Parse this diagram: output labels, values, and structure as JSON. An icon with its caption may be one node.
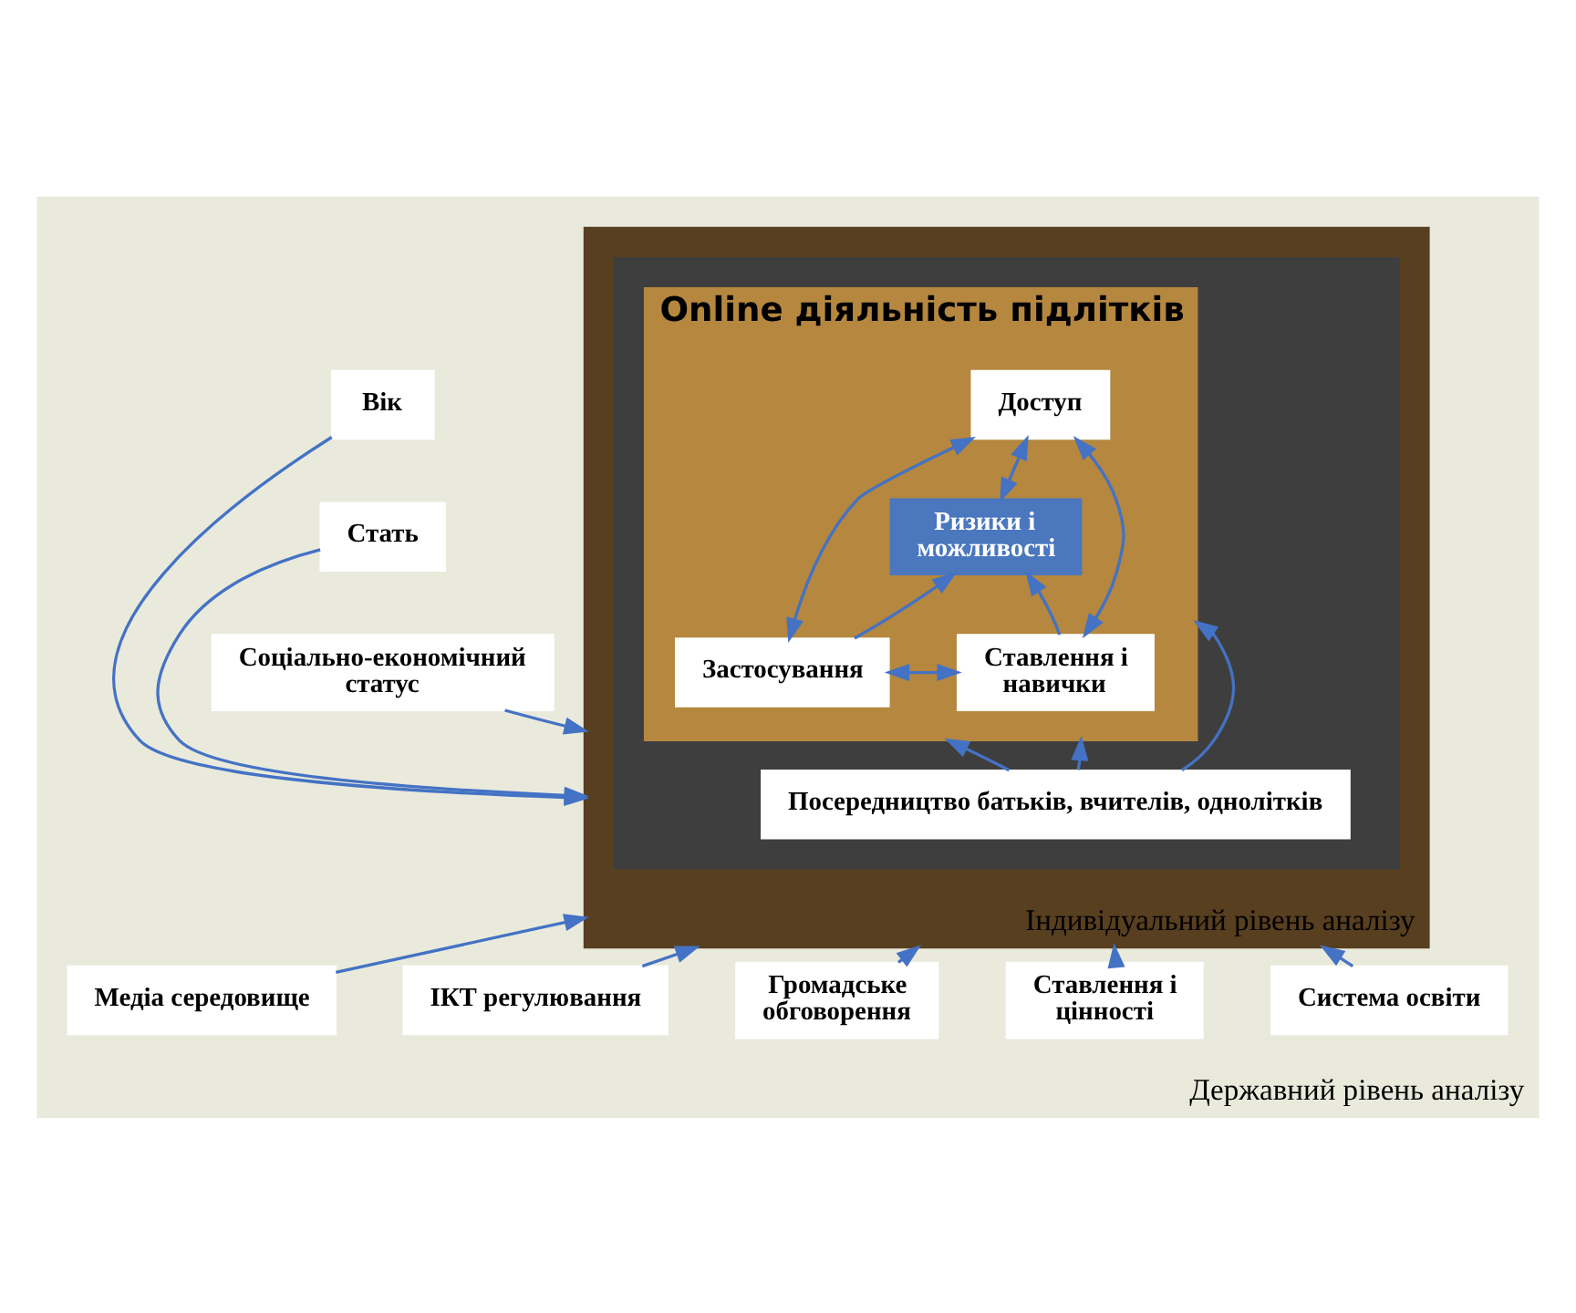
{
  "diagram": {
    "nodes": [
      {
        "text": [
          "Державний рівень аналізу"
        ]
      },
      {
        "text": [
          "Індивідуальний рівень аналізу"
        ],
        "in": 0
      },
      {
        "text": [],
        "shape": "box",
        "in": 1
      },
      {
        "text": [
          "Online діяльність підлітків"
        ],
        "in": 2
      },
      {
        "text": [
          "Доступ"
        ],
        "in": 3
      },
      {
        "text": [
          "Ризики і можливості"
        ],
        "in": 3
      },
      {
        "text": [
          "Застосування"
        ],
        "in": 3
      },
      {
        "text": [
          "Ставлення і навички"
        ],
        "in": 3
      },
      {
        "text": [
          "Посередництво батьків, вчителів, однолітків"
        ],
        "in": 2
      },
      {
        "text": [
          "Вік"
        ],
        "in": 0
      },
      {
        "text": [
          "Стать"
        ],
        "in": 0
      },
      {
        "text": [
          "Соціально-економічний статус"
        ],
        "in": 0
      },
      {
        "text": [
          "Медіа середовище"
        ],
        "in": 0
      },
      {
        "text": [
          "ІКТ регулювання"
        ],
        "in": 0
      },
      {
        "text": [
          "Громадське обговорення"
        ],
        "in": 0
      },
      {
        "text": [
          "Ставлення і цінності"
        ],
        "in": 0
      },
      {
        "text": [
          "Система освіти"
        ],
        "in": 0
      }
    ],
    "edges": [
      {
        "from": 6,
        "to": 4,
        "arrow": "both"
      },
      {
        "from": 7,
        "to": 4,
        "arrow": "both"
      },
      {
        "from": 4,
        "to": 5,
        "arrow": "both"
      },
      {
        "from": 6,
        "to": 5,
        "arrow": "to"
      },
      {
        "from": 7,
        "to": 5,
        "arrow": "to"
      },
      {
        "from": 6,
        "to": 7,
        "arrow": "both"
      },
      {
        "from": 8,
        "to": 3,
        "arrow": "to"
      },
      {
        "from": 8,
        "to": 3,
        "arrow": "to"
      },
      {
        "from": 8,
        "to": 3,
        "arrow": "to"
      },
      {
        "from": 9,
        "to": 1,
        "arrow": "to"
      },
      {
        "from": 10,
        "to": 1,
        "arrow": "to"
      },
      {
        "from": 11,
        "to": 1,
        "arrow": "to"
      },
      {
        "from": 12,
        "to": 1,
        "arrow": "to"
      },
      {
        "from": 13,
        "to": 1,
        "arrow": "to"
      },
      {
        "from": 14,
        "to": 1,
        "arrow": "to"
      },
      {
        "from": 15,
        "to": 1,
        "arrow": "to"
      },
      {
        "from": 16,
        "to": 1,
        "arrow": "to"
      }
    ]
  }
}
